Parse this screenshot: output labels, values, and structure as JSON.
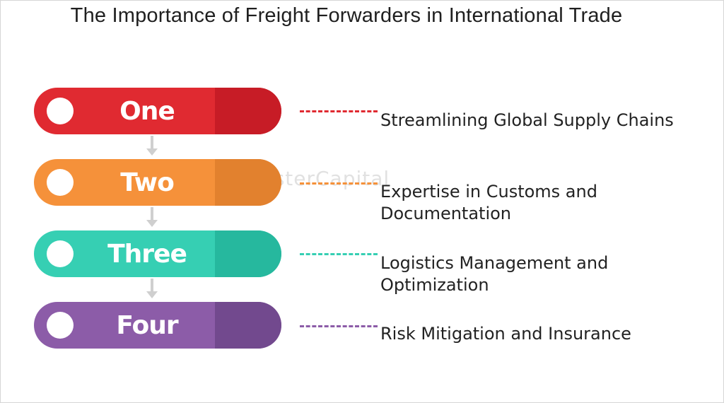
{
  "title": "The Importance of Freight Forwarders in International Trade",
  "watermark": "FasterCapital",
  "steps": [
    {
      "label": "One",
      "text": "Streamlining Global Supply Chains",
      "color": "#e02a31",
      "dark": "#c41b26"
    },
    {
      "label": "Two",
      "text": "Expertise in Customs and Documentation",
      "color": "#f5913a",
      "dark": "#e07f2e"
    },
    {
      "label": "Three",
      "text": "Logistics Management and Optimization",
      "color": "#36cfb3",
      "dark": "#25b59b"
    },
    {
      "label": "Four",
      "text": "Risk Mitigation and Insurance",
      "color": "#8c5ca8",
      "dark": "#6f478b"
    }
  ]
}
